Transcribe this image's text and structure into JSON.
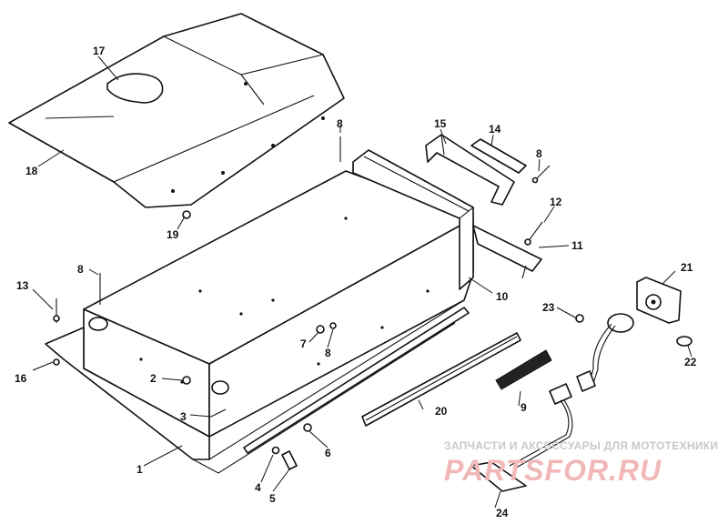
{
  "parts": [
    {
      "key": "p1",
      "label": "1"
    },
    {
      "key": "p2",
      "label": "2"
    },
    {
      "key": "p3",
      "label": "3"
    },
    {
      "key": "p4",
      "label": "4"
    },
    {
      "key": "p5",
      "label": "5"
    },
    {
      "key": "p6",
      "label": "6"
    },
    {
      "key": "p7",
      "label": "7"
    },
    {
      "key": "p8a",
      "label": "8"
    },
    {
      "key": "p8b",
      "label": "8"
    },
    {
      "key": "p8c",
      "label": "8"
    },
    {
      "key": "p8d",
      "label": "8"
    },
    {
      "key": "p9",
      "label": "9"
    },
    {
      "key": "p10",
      "label": "10"
    },
    {
      "key": "p11",
      "label": "11"
    },
    {
      "key": "p12",
      "label": "12"
    },
    {
      "key": "p13",
      "label": "13"
    },
    {
      "key": "p14",
      "label": "14"
    },
    {
      "key": "p15",
      "label": "15"
    },
    {
      "key": "p16",
      "label": "16"
    },
    {
      "key": "p17",
      "label": "17"
    },
    {
      "key": "p18",
      "label": "18"
    },
    {
      "key": "p19",
      "label": "19"
    },
    {
      "key": "p20",
      "label": "20"
    },
    {
      "key": "p21",
      "label": "21"
    },
    {
      "key": "p22",
      "label": "22"
    },
    {
      "key": "p23",
      "label": "23"
    },
    {
      "key": "p24",
      "label": "24"
    }
  ],
  "watermark": {
    "tagline": "ЗАПЧАСТИ И АКСЕССУАРЫ ДЛЯ МОТОТЕХНИКИ",
    "brand": "PARTSFOR.RU"
  },
  "colors": {
    "line": "#111111",
    "background": "#ffffff",
    "watermark_text": "#c8c8c8",
    "watermark_brand": "#f2b8b8"
  }
}
